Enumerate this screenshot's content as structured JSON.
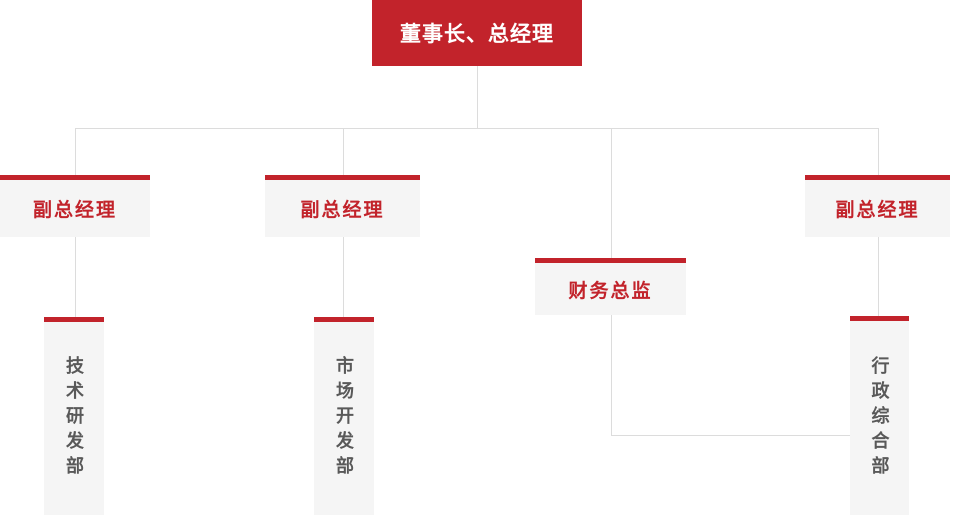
{
  "colors": {
    "brand_red": "#c2232b",
    "box_background": "#f5f5f5",
    "connector_line": "#dcdcdc",
    "root_text": "#ffffff",
    "level2_text": "#c2232b",
    "level3_text": "#595959",
    "page_background": "#ffffff"
  },
  "org": {
    "root": {
      "label": "董事长、总经理"
    },
    "level2": [
      {
        "label": "副总经理"
      },
      {
        "label": "副总经理"
      },
      {
        "label": "财务总监"
      },
      {
        "label": "副总经理"
      }
    ],
    "level3": [
      {
        "label": "技术研发部"
      },
      {
        "label": "市场开发部"
      },
      {
        "label": "行政综合部"
      }
    ]
  }
}
